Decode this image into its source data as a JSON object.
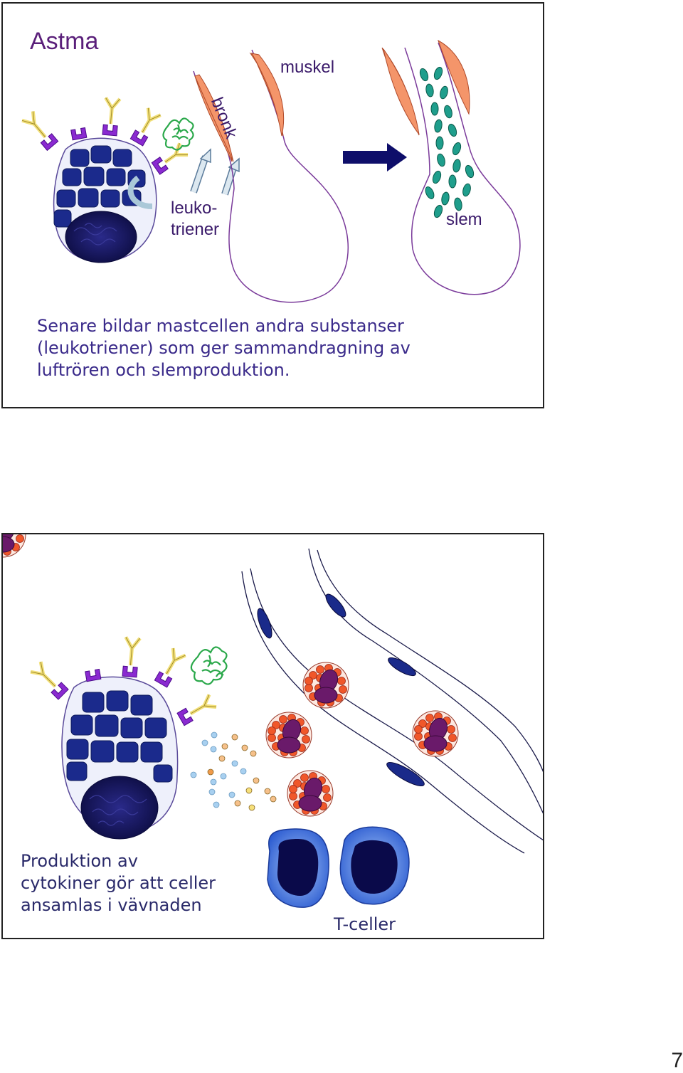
{
  "slide1": {
    "title": "Astma",
    "labels": {
      "muskel": "muskel",
      "bronk": "bronk",
      "leuko_line1": "leuko-",
      "leuko_line2": "triener",
      "slem": "slem"
    },
    "body_lines": [
      "Senare bildar mastcellen andra substanser",
      "(leukotriener) som ger sammandragning av",
      "luftrören och slemproduktion."
    ]
  },
  "slide2": {
    "body_lines": [
      "Produktion av",
      "cytokiner gör att celler",
      "ansamlas i vävnaden"
    ],
    "tcell_label": "T-celler"
  },
  "page_number": "7",
  "colors": {
    "text_purple": "#5a1f7a",
    "text_blue": "#3a2a8a",
    "muscle": "#f4956a",
    "mucus": "#1f9e8c",
    "granule": "#1b2a8c",
    "nucleus": "#1a1a6a",
    "receptor_purple": "#8a2ad0",
    "antibody": "#f2e07a",
    "allergen": "#2aa84a",
    "eos_granule": "#f0572a",
    "eos_nucleus": "#6a1a6a",
    "tcell_outer": "#4a8ae8",
    "tcell_nucleus": "#0a0a4a"
  },
  "icons": {
    "mast_cell": "mast-cell-icon",
    "allergen": "allergen-icon",
    "arrow": "right-arrow-icon"
  }
}
